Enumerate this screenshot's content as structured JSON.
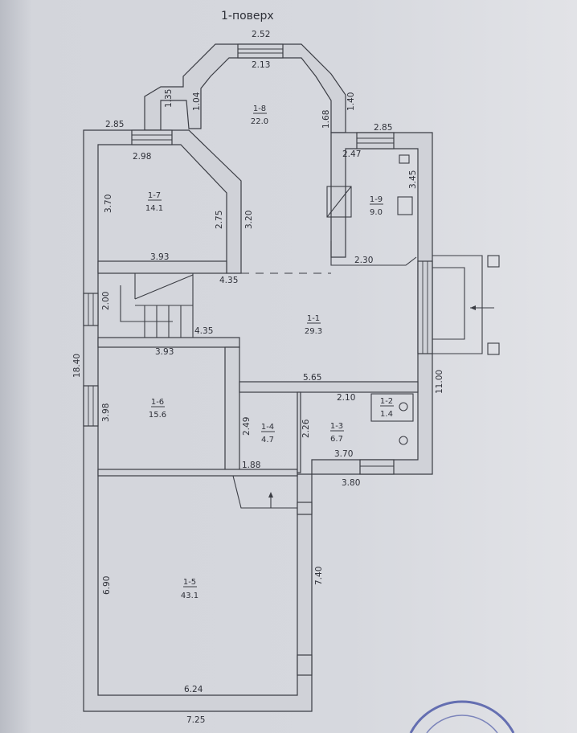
{
  "title": "1-поверх",
  "rooms": [
    {
      "id": "1-8",
      "area": "22.0"
    },
    {
      "id": "1-7",
      "area": "14.1"
    },
    {
      "id": "1-9",
      "area": "9.0"
    },
    {
      "id": "1-1",
      "area": "29.3"
    },
    {
      "id": "1-6",
      "area": "15.6"
    },
    {
      "id": "1-4",
      "area": "4.7"
    },
    {
      "id": "1-3",
      "area": "6.7"
    },
    {
      "id": "1-2",
      "area": "1.4"
    },
    {
      "id": "1-5",
      "area": "43.1"
    }
  ],
  "dimensions": [
    "2.52",
    "2.13",
    "1.35",
    "1.04",
    "1.68",
    "1.40",
    "2.85",
    "2.85",
    "2.98",
    "2.47",
    "3.45",
    "3.70",
    "2.75",
    "3.20",
    "3.93",
    "2.30",
    "4.35",
    "2.00",
    "4.35",
    "18.40",
    "3.93",
    "5.65",
    "11.00",
    "3.98",
    "2.49",
    "2.26",
    "2.10",
    "3.70",
    "1.88",
    "3.80",
    "7.40",
    "6.90",
    "6.24",
    "7.25"
  ],
  "stamp_color": "#3c4aa0"
}
